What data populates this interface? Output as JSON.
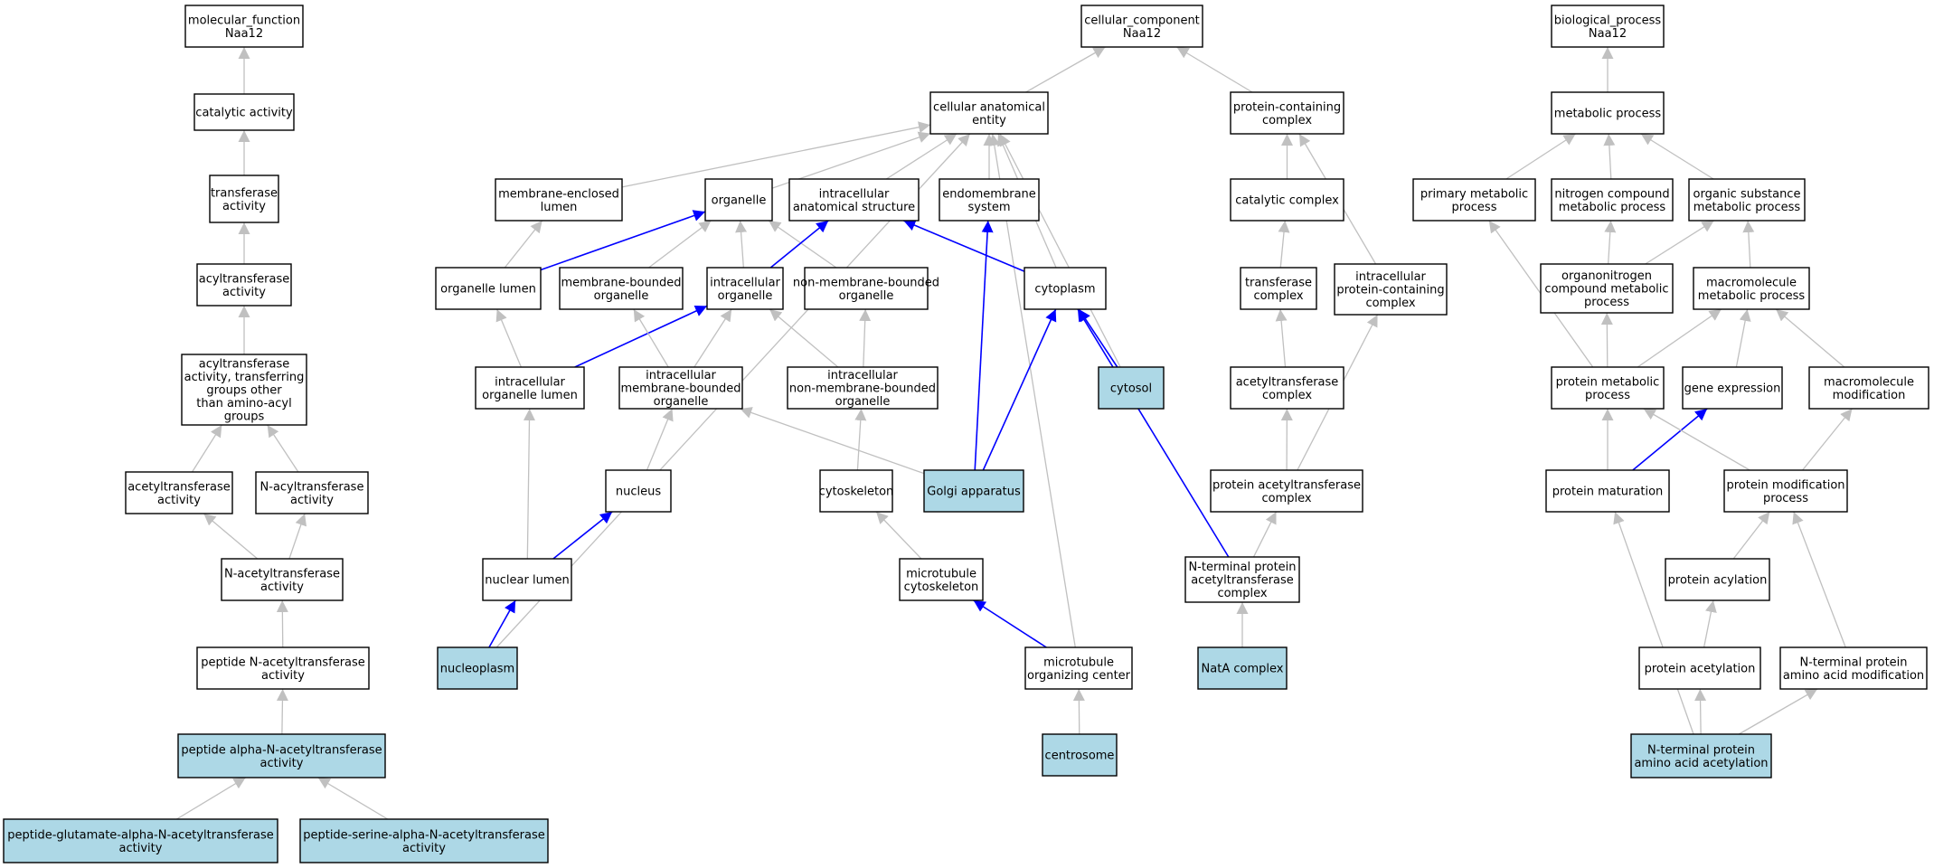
{
  "colors": {
    "default_fill": "#ffffff",
    "highlight_fill": "#add8e6",
    "edge_gray": "#c0c0c0",
    "edge_blue": "#0000ff",
    "border": "#000000"
  },
  "nodes": [
    {
      "id": "mf",
      "lines": [
        "molecular_function",
        "Naa12"
      ],
      "highlight": false
    },
    {
      "id": "cat",
      "lines": [
        "catalytic activity"
      ],
      "highlight": false
    },
    {
      "id": "trans",
      "lines": [
        "transferase",
        "activity"
      ],
      "highlight": false
    },
    {
      "id": "acyl",
      "lines": [
        "acyltransferase",
        "activity"
      ],
      "highlight": false
    },
    {
      "id": "acylother",
      "lines": [
        "acyltransferase",
        "activity, transferring",
        "groups other",
        "than amino-acyl",
        "groups"
      ],
      "highlight": false
    },
    {
      "id": "acetyl",
      "lines": [
        "acetyltransferase",
        "activity"
      ],
      "highlight": false
    },
    {
      "id": "nacyl",
      "lines": [
        "N-acyltransferase",
        "activity"
      ],
      "highlight": false
    },
    {
      "id": "nacetyl",
      "lines": [
        "N-acetyltransferase",
        "activity"
      ],
      "highlight": false
    },
    {
      "id": "pepnacetyl",
      "lines": [
        "peptide N-acetyltransferase",
        "activity"
      ],
      "highlight": false
    },
    {
      "id": "pepalpha",
      "lines": [
        "peptide alpha-N-acetyltransferase",
        "activity"
      ],
      "highlight": true
    },
    {
      "id": "pepglu",
      "lines": [
        "peptide-glutamate-alpha-N-acetyltransferase",
        "activity"
      ],
      "highlight": true
    },
    {
      "id": "pepser",
      "lines": [
        "peptide-serine-alpha-N-acetyltransferase",
        "activity"
      ],
      "highlight": true
    },
    {
      "id": "cc",
      "lines": [
        "cellular_component",
        "Naa12"
      ],
      "highlight": false
    },
    {
      "id": "cae",
      "lines": [
        "cellular anatomical",
        "entity"
      ],
      "highlight": false
    },
    {
      "id": "pcc",
      "lines": [
        "protein-containing",
        "complex"
      ],
      "highlight": false
    },
    {
      "id": "mel",
      "lines": [
        "membrane-enclosed",
        "lumen"
      ],
      "highlight": false
    },
    {
      "id": "organelle",
      "lines": [
        "organelle"
      ],
      "highlight": false
    },
    {
      "id": "ias",
      "lines": [
        "intracellular",
        "anatomical structure"
      ],
      "highlight": false
    },
    {
      "id": "endo",
      "lines": [
        "endomembrane",
        "system"
      ],
      "highlight": false
    },
    {
      "id": "catcomplex",
      "lines": [
        "catalytic complex"
      ],
      "highlight": false
    },
    {
      "id": "orglumen",
      "lines": [
        "organelle lumen"
      ],
      "highlight": false
    },
    {
      "id": "mbo",
      "lines": [
        "membrane-bounded",
        "organelle"
      ],
      "highlight": false
    },
    {
      "id": "intorg",
      "lines": [
        "intracellular",
        "organelle"
      ],
      "highlight": false
    },
    {
      "id": "nmbo",
      "lines": [
        "non-membrane-bounded",
        "organelle"
      ],
      "highlight": false
    },
    {
      "id": "cytoplasm",
      "lines": [
        "cytoplasm"
      ],
      "highlight": false
    },
    {
      "id": "transcomplex",
      "lines": [
        "transferase",
        "complex"
      ],
      "highlight": false
    },
    {
      "id": "ipcc",
      "lines": [
        "intracellular",
        "protein-containing",
        "complex"
      ],
      "highlight": false
    },
    {
      "id": "iol",
      "lines": [
        "intracellular",
        "organelle lumen"
      ],
      "highlight": false
    },
    {
      "id": "imbo",
      "lines": [
        "intracellular",
        "membrane-bounded",
        "organelle"
      ],
      "highlight": false
    },
    {
      "id": "inmbo",
      "lines": [
        "intracellular",
        "non-membrane-bounded",
        "organelle"
      ],
      "highlight": false
    },
    {
      "id": "cytosol",
      "lines": [
        "cytosol"
      ],
      "highlight": true
    },
    {
      "id": "actcomplex",
      "lines": [
        "acetyltransferase",
        "complex"
      ],
      "highlight": false
    },
    {
      "id": "nucleus",
      "lines": [
        "nucleus"
      ],
      "highlight": false
    },
    {
      "id": "cytoskeleton",
      "lines": [
        "cytoskeleton"
      ],
      "highlight": false
    },
    {
      "id": "golgi",
      "lines": [
        "Golgi apparatus"
      ],
      "highlight": true
    },
    {
      "id": "pactcomplex",
      "lines": [
        "protein acetyltransferase",
        "complex"
      ],
      "highlight": false
    },
    {
      "id": "nuclumen",
      "lines": [
        "nuclear lumen"
      ],
      "highlight": false
    },
    {
      "id": "mtcyto",
      "lines": [
        "microtubule",
        "cytoskeleton"
      ],
      "highlight": false
    },
    {
      "id": "ntpac",
      "lines": [
        "N-terminal protein",
        "acetyltransferase",
        "complex"
      ],
      "highlight": false
    },
    {
      "id": "nucleoplasm",
      "lines": [
        "nucleoplasm"
      ],
      "highlight": true
    },
    {
      "id": "mtoc",
      "lines": [
        "microtubule",
        "organizing center"
      ],
      "highlight": false
    },
    {
      "id": "nata",
      "lines": [
        "NatA complex"
      ],
      "highlight": true
    },
    {
      "id": "centrosome",
      "lines": [
        "centrosome"
      ],
      "highlight": true
    },
    {
      "id": "bp",
      "lines": [
        "biological_process",
        "Naa12"
      ],
      "highlight": false
    },
    {
      "id": "metab",
      "lines": [
        "metabolic process"
      ],
      "highlight": false
    },
    {
      "id": "primmetab",
      "lines": [
        "primary metabolic",
        "process"
      ],
      "highlight": false
    },
    {
      "id": "ncmetab",
      "lines": [
        "nitrogen compound",
        "metabolic process"
      ],
      "highlight": false
    },
    {
      "id": "osmetab",
      "lines": [
        "organic substance",
        "metabolic process"
      ],
      "highlight": false
    },
    {
      "id": "oncmetab",
      "lines": [
        "organonitrogen",
        "compound metabolic",
        "process"
      ],
      "highlight": false
    },
    {
      "id": "mmmetab",
      "lines": [
        "macromolecule",
        "metabolic process"
      ],
      "highlight": false
    },
    {
      "id": "protmetab",
      "lines": [
        "protein metabolic",
        "process"
      ],
      "highlight": false
    },
    {
      "id": "geneexp",
      "lines": [
        "gene expression"
      ],
      "highlight": false
    },
    {
      "id": "mmmod",
      "lines": [
        "macromolecule",
        "modification"
      ],
      "highlight": false
    },
    {
      "id": "protmat",
      "lines": [
        "protein maturation"
      ],
      "highlight": false
    },
    {
      "id": "protmod",
      "lines": [
        "protein modification",
        "process"
      ],
      "highlight": false
    },
    {
      "id": "protacyl",
      "lines": [
        "protein acylation"
      ],
      "highlight": false
    },
    {
      "id": "protacet",
      "lines": [
        "protein acetylation"
      ],
      "highlight": false
    },
    {
      "id": "ntmod",
      "lines": [
        "N-terminal protein",
        "amino acid modification"
      ],
      "highlight": false
    },
    {
      "id": "ntacet",
      "lines": [
        "N-terminal protein",
        "amino acid acetylation"
      ],
      "highlight": true
    }
  ],
  "edges": [
    {
      "from": "cat",
      "to": "mf",
      "color": "gray"
    },
    {
      "from": "trans",
      "to": "cat",
      "color": "gray"
    },
    {
      "from": "acyl",
      "to": "trans",
      "color": "gray"
    },
    {
      "from": "acylother",
      "to": "acyl",
      "color": "gray"
    },
    {
      "from": "acetyl",
      "to": "acylother",
      "color": "gray"
    },
    {
      "from": "nacyl",
      "to": "acylother",
      "color": "gray"
    },
    {
      "from": "nacetyl",
      "to": "acetyl",
      "color": "gray"
    },
    {
      "from": "nacetyl",
      "to": "nacyl",
      "color": "gray"
    },
    {
      "from": "pepnacetyl",
      "to": "nacetyl",
      "color": "gray"
    },
    {
      "from": "pepalpha",
      "to": "pepnacetyl",
      "color": "gray"
    },
    {
      "from": "pepglu",
      "to": "pepalpha",
      "color": "gray"
    },
    {
      "from": "pepser",
      "to": "pepalpha",
      "color": "gray"
    },
    {
      "from": "cae",
      "to": "cc",
      "color": "gray"
    },
    {
      "from": "pcc",
      "to": "cc",
      "color": "gray"
    },
    {
      "from": "mel",
      "to": "cae",
      "color": "gray"
    },
    {
      "from": "organelle",
      "to": "cae",
      "color": "gray"
    },
    {
      "from": "ias",
      "to": "cae",
      "color": "gray"
    },
    {
      "from": "endo",
      "to": "cae",
      "color": "gray"
    },
    {
      "from": "cytoplasm",
      "to": "cae",
      "color": "gray"
    },
    {
      "from": "cytosol",
      "to": "cae",
      "color": "gray"
    },
    {
      "from": "nucleoplasm",
      "to": "cae",
      "color": "gray"
    },
    {
      "from": "mtoc",
      "to": "cae",
      "color": "gray"
    },
    {
      "from": "catcomplex",
      "to": "pcc",
      "color": "gray"
    },
    {
      "from": "ipcc",
      "to": "pcc",
      "color": "gray"
    },
    {
      "from": "orglumen",
      "to": "mel",
      "color": "gray"
    },
    {
      "from": "orglumen",
      "to": "organelle",
      "color": "blue"
    },
    {
      "from": "mbo",
      "to": "organelle",
      "color": "gray"
    },
    {
      "from": "intorg",
      "to": "organelle",
      "color": "gray"
    },
    {
      "from": "nmbo",
      "to": "organelle",
      "color": "gray"
    },
    {
      "from": "intorg",
      "to": "ias",
      "color": "blue"
    },
    {
      "from": "cytoplasm",
      "to": "ias",
      "color": "blue"
    },
    {
      "from": "golgi",
      "to": "endo",
      "color": "blue"
    },
    {
      "from": "transcomplex",
      "to": "catcomplex",
      "color": "gray"
    },
    {
      "from": "iol",
      "to": "orglumen",
      "color": "gray"
    },
    {
      "from": "iol",
      "to": "intorg",
      "color": "blue"
    },
    {
      "from": "imbo",
      "to": "mbo",
      "color": "gray"
    },
    {
      "from": "imbo",
      "to": "intorg",
      "color": "gray"
    },
    {
      "from": "inmbo",
      "to": "intorg",
      "color": "gray"
    },
    {
      "from": "inmbo",
      "to": "nmbo",
      "color": "gray"
    },
    {
      "from": "cytosol",
      "to": "cytoplasm",
      "color": "blue"
    },
    {
      "from": "golgi",
      "to": "cytoplasm",
      "color": "blue"
    },
    {
      "from": "ntpac",
      "to": "cytoplasm",
      "color": "blue"
    },
    {
      "from": "actcomplex",
      "to": "transcomplex",
      "color": "gray"
    },
    {
      "from": "pactcomplex",
      "to": "ipcc",
      "color": "gray"
    },
    {
      "from": "nuclumen",
      "to": "iol",
      "color": "gray"
    },
    {
      "from": "nucleus",
      "to": "imbo",
      "color": "gray"
    },
    {
      "from": "golgi",
      "to": "imbo",
      "color": "gray"
    },
    {
      "from": "cytoskeleton",
      "to": "inmbo",
      "color": "gray"
    },
    {
      "from": "pactcomplex",
      "to": "actcomplex",
      "color": "gray"
    },
    {
      "from": "nuclumen",
      "to": "nucleus",
      "color": "blue"
    },
    {
      "from": "mtcyto",
      "to": "cytoskeleton",
      "color": "gray"
    },
    {
      "from": "ntpac",
      "to": "pactcomplex",
      "color": "gray"
    },
    {
      "from": "nucleoplasm",
      "to": "nuclumen",
      "color": "blue"
    },
    {
      "from": "mtoc",
      "to": "mtcyto",
      "color": "blue"
    },
    {
      "from": "nata",
      "to": "ntpac",
      "color": "gray"
    },
    {
      "from": "centrosome",
      "to": "mtoc",
      "color": "gray"
    },
    {
      "from": "metab",
      "to": "bp",
      "color": "gray"
    },
    {
      "from": "primmetab",
      "to": "metab",
      "color": "gray"
    },
    {
      "from": "ncmetab",
      "to": "metab",
      "color": "gray"
    },
    {
      "from": "osmetab",
      "to": "metab",
      "color": "gray"
    },
    {
      "from": "oncmetab",
      "to": "ncmetab",
      "color": "gray"
    },
    {
      "from": "oncmetab",
      "to": "osmetab",
      "color": "gray"
    },
    {
      "from": "mmmetab",
      "to": "osmetab",
      "color": "gray"
    },
    {
      "from": "protmetab",
      "to": "primmetab",
      "color": "gray"
    },
    {
      "from": "protmetab",
      "to": "oncmetab",
      "color": "gray"
    },
    {
      "from": "protmetab",
      "to": "mmmetab",
      "color": "gray"
    },
    {
      "from": "geneexp",
      "to": "mmmetab",
      "color": "gray"
    },
    {
      "from": "mmmod",
      "to": "mmmetab",
      "color": "gray"
    },
    {
      "from": "protmat",
      "to": "protmetab",
      "color": "gray"
    },
    {
      "from": "protmat",
      "to": "geneexp",
      "color": "blue"
    },
    {
      "from": "protmod",
      "to": "protmetab",
      "color": "gray"
    },
    {
      "from": "protmod",
      "to": "mmmod",
      "color": "gray"
    },
    {
      "from": "protacyl",
      "to": "protmod",
      "color": "gray"
    },
    {
      "from": "protacet",
      "to": "protacyl",
      "color": "gray"
    },
    {
      "from": "ntmod",
      "to": "protmod",
      "color": "gray"
    },
    {
      "from": "ntacet",
      "to": "protmat",
      "color": "gray"
    },
    {
      "from": "ntacet",
      "to": "protacet",
      "color": "gray"
    },
    {
      "from": "ntacet",
      "to": "ntmod",
      "color": "gray"
    }
  ]
}
